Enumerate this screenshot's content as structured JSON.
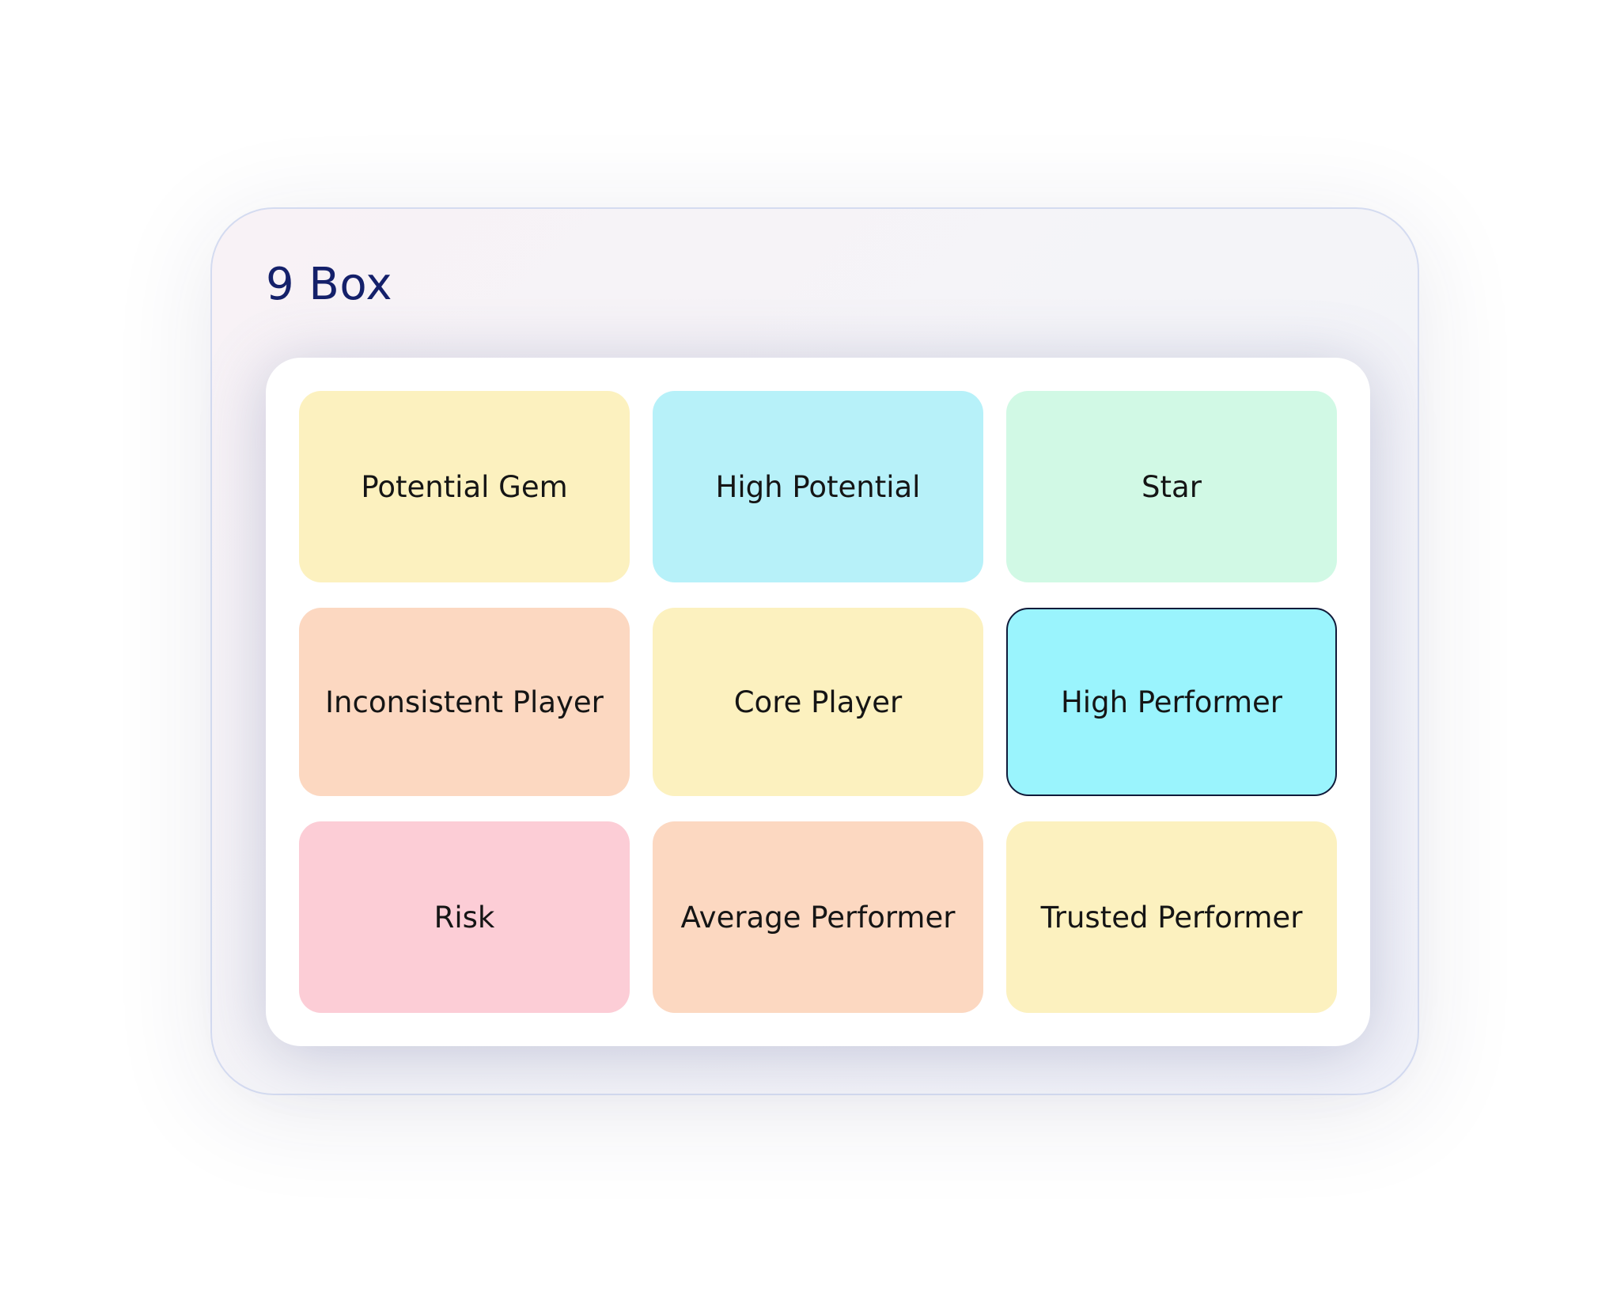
{
  "card": {
    "title": "9 Box"
  },
  "colors": {
    "title": "#14206a",
    "yellow": "#fcf1bf",
    "cyan_light": "#b7f1f9",
    "mint": "#d1f9e5",
    "peach": "#fcd8c1",
    "cyan_selected": "#9af4fd",
    "pink": "#fccdd6",
    "selected_border": "#101a3a"
  },
  "grid": {
    "cells": [
      {
        "label": "Potential Gem",
        "color": "#fcf1bf",
        "selected": false
      },
      {
        "label": "High Potential",
        "color": "#b7f1f9",
        "selected": false
      },
      {
        "label": "Star",
        "color": "#d1f9e5",
        "selected": false
      },
      {
        "label": "Inconsistent Player",
        "color": "#fcd8c1",
        "selected": false
      },
      {
        "label": "Core Player",
        "color": "#fcf1bf",
        "selected": false
      },
      {
        "label": "High Performer",
        "color": "#9af4fd",
        "selected": true
      },
      {
        "label": "Risk",
        "color": "#fccdd6",
        "selected": false
      },
      {
        "label": "Average Performer",
        "color": "#fcd8c1",
        "selected": false
      },
      {
        "label": "Trusted Performer",
        "color": "#fcf1bf",
        "selected": false
      }
    ]
  }
}
